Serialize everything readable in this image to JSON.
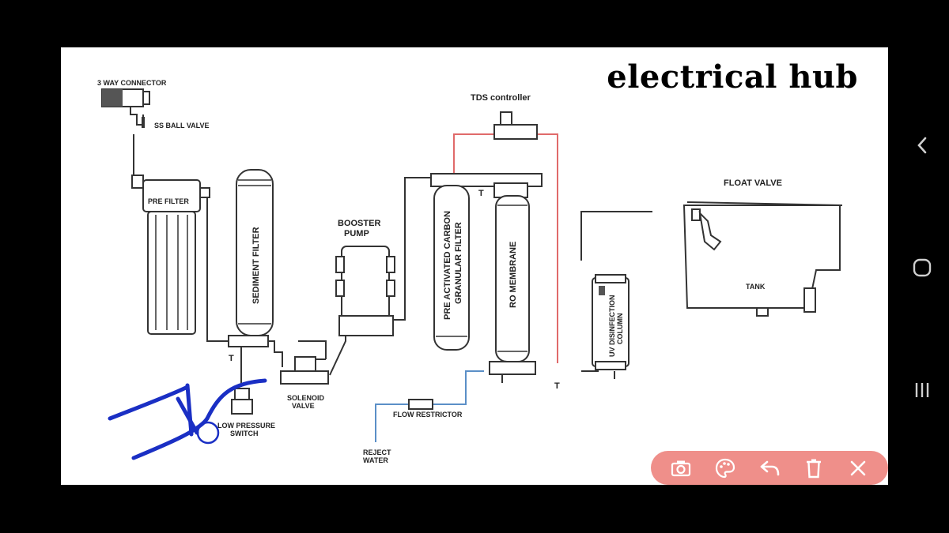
{
  "brand": "electrical hub",
  "labels": {
    "three_way_connector": "3 WAY CONNECTOR",
    "ss_ball_valve": "SS BALL VALVE",
    "pre_filter": "PRE FILTER",
    "sediment_filter": "SEDIMENT FILTER",
    "booster_pump_1": "BOOSTER",
    "booster_pump_2": "PUMP",
    "carbon_filter_1": "PRE ACTIVATED CARBON",
    "carbon_filter_2": "GRANULAR FILTER",
    "ro_membrane": "RO MEMBRANE",
    "tds_controller": "TDS controller",
    "float_valve": "FLOAT VALVE",
    "tank": "TANK",
    "uv_column_1": "UV DISINFECTION",
    "uv_column_2": "COLUMN",
    "solenoid_valve_1": "SOLENOID",
    "solenoid_valve_2": "VALVE",
    "low_pressure_switch_1": "LOW PRESSURE",
    "low_pressure_switch_2": "SWITCH",
    "flow_restrictor": "FLOW RESTRICTOR",
    "reject_water_1": "REJECT",
    "reject_water_2": "WATER",
    "tee": "T"
  },
  "colors": {
    "pipe": "#333333",
    "permeate_line": "#e06a6a",
    "reject_line": "#5b8fc7",
    "annotation_ink": "#1a2fc4",
    "toolbar_bg": "#ef8f8a"
  },
  "toolbar": {
    "icons": [
      "camera-icon",
      "palette-icon",
      "undo-icon",
      "trash-icon",
      "close-icon"
    ]
  },
  "navbar": {
    "icons": [
      "back-chevron-icon",
      "home-circle-icon",
      "recents-icon"
    ]
  }
}
